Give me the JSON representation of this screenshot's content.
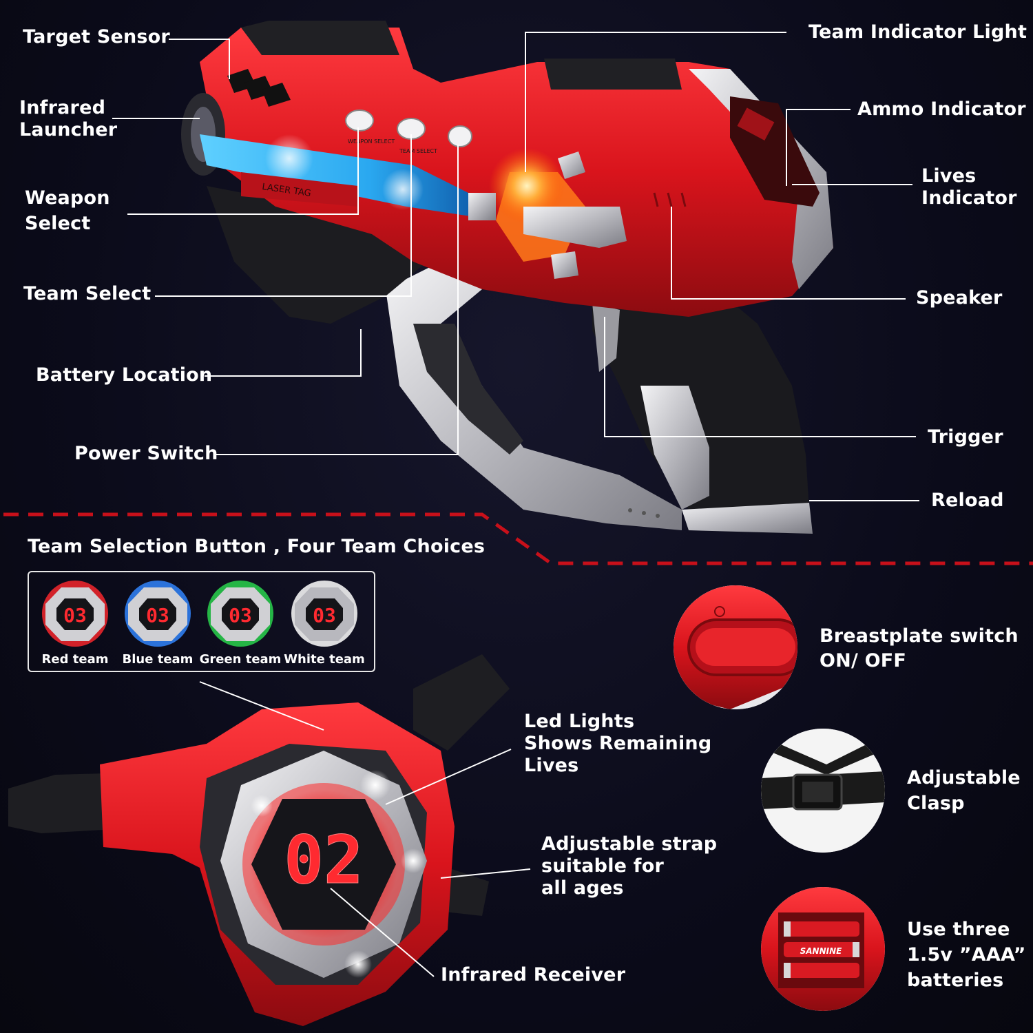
{
  "labels": {
    "target_sensor": "Target Sensor",
    "infrared_launcher": [
      "Infrared",
      "Launcher"
    ],
    "weapon_select": [
      "Weapon",
      "Select"
    ],
    "team_select": "Team Select",
    "battery_location": "Battery Location",
    "power_switch": "Power Switch",
    "team_indicator_light": "Team Indicator Light",
    "ammo_indicator": "Ammo Indicator",
    "lives_indicator": [
      "Lives",
      "Indicator"
    ],
    "speaker": "Speaker",
    "trigger": "Trigger",
    "reload": "Reload"
  },
  "gun_markings": {
    "weapon_select": "WEAPON SELECT",
    "team_select": "TEAM SELECT",
    "laser_tag": "LASER TAG"
  },
  "team_section": {
    "title": "Team Selection Button , Four Team Choices",
    "display": "03",
    "teams": [
      {
        "name": "Red team",
        "color": "#e8252b"
      },
      {
        "name": "Blue team",
        "color": "#2f7df0"
      },
      {
        "name": "Green team",
        "color": "#28c84a"
      },
      {
        "name": "White team",
        "color": "#f2f2f2"
      }
    ]
  },
  "vest": {
    "display": "02",
    "led_lights": [
      "Led Lights",
      "Shows Remaining",
      "Lives"
    ],
    "adjustable_strap": [
      "Adjustable strap",
      "suitable for",
      "all ages"
    ],
    "infrared_receiver": "Infrared Receiver"
  },
  "features": {
    "breastplate_switch": [
      "Breastplate switch",
      "ON/ OFF"
    ],
    "adjustable_clasp": [
      "Adjustable",
      "Clasp"
    ],
    "batteries": [
      "Use three",
      "1.5v ”AAA”",
      "batteries"
    ],
    "battery_brand": "SANNINE"
  },
  "colors": {
    "primary_red": "#d9141c",
    "dark_red": "#8c0b10",
    "silver": "#c8c8cc",
    "divider_red": "#c8101a",
    "background": "#0b0b1a"
  }
}
